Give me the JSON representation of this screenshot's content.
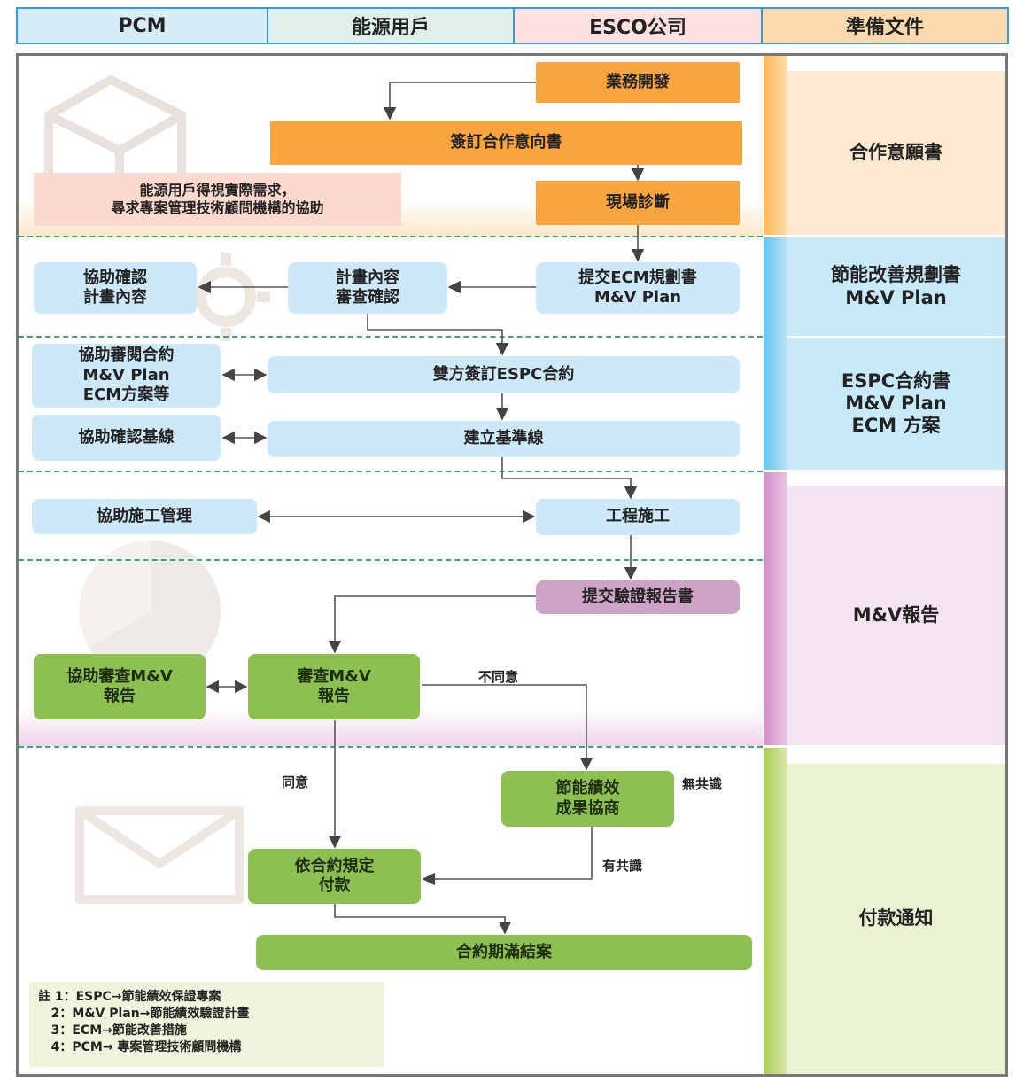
{
  "columns": [
    "PCM",
    "能源用戶",
    "ESCO公司",
    "準備文件"
  ],
  "nodes": {
    "business_dev": "業務開發",
    "sign_loi": "簽訂合作意向書",
    "site_diagnosis": "現場診斷",
    "user_note": "能源用戶得視實際需求，\n尋求專案管理技術顧問機構的協助",
    "submit_ecm": "提交ECM規劃書\nM&V Plan",
    "review_plan": "計畫內容\n審查確認",
    "assist_confirm_plan": "協助確認\n計畫內容",
    "assist_review_contract": "協助審閱合約\nM&V Plan\nECM方案等",
    "sign_espc": "雙方簽訂ESPC合約",
    "assist_baseline": "協助確認基線",
    "build_baseline": "建立基準線",
    "assist_construction": "協助施工管理",
    "construction": "工程施工",
    "submit_mv_report": "提交驗證報告書",
    "assist_review_mv": "協助審查M&V\n報告",
    "review_mv": "審查M&V\n報告",
    "negotiation": "節能績效\n成果協商",
    "pay": "依合約規定\n付款",
    "close": "合約期滿結案"
  },
  "edge_labels": {
    "disagree": "不同意",
    "agree": "同意",
    "no_consensus": "無共識",
    "consensus": "有共識"
  },
  "documents": {
    "loi": "合作意願書",
    "plan": "節能改善規劃書\nM&V Plan",
    "espc": "ESPC合約書\nM&V Plan\nECM 方案",
    "mv": "M&V報告",
    "pay": "付款通知"
  },
  "notes": [
    "註 1：ESPC→節能績效保證專案",
    "   2：M&V Plan→節能績效驗證計畫",
    "   3：ECM→節能改善措施",
    "   4：PCM→ 專案管理技術顧問機構"
  ],
  "colors": {
    "pcm_header": "#d6ecf8",
    "user_header": "#dff0ec",
    "esco_header": "#fde0e0",
    "docs_header": "#fcd9ac",
    "orange": "#f7a53c",
    "blue": "#cde8f6",
    "purple": "#cfa3c7",
    "green": "#8cc152"
  }
}
